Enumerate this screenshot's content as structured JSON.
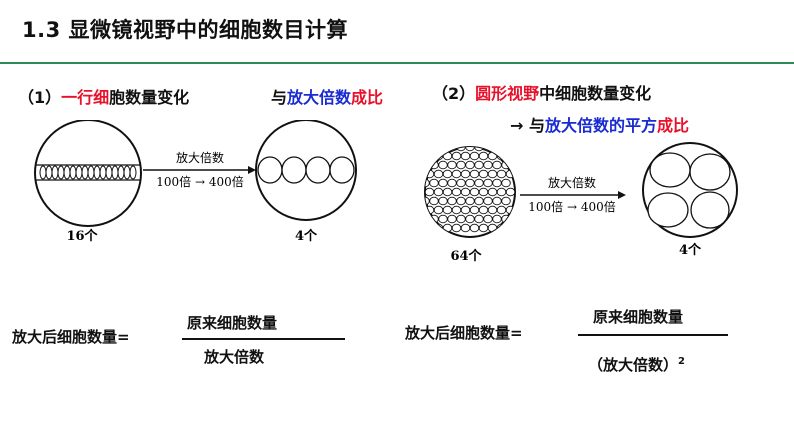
{
  "title": "1.3 显微镜视野中的细胞数目计算",
  "colors": {
    "accent_green": "#2e8b57",
    "red": "#e8102a",
    "blue": "#1a2bd1"
  },
  "part1": {
    "index": "（1）",
    "heading_red": "一行细",
    "heading_black": "胞数量变化",
    "relation_prefix": "与",
    "relation_blue": "放大倍数",
    "relation_red": "成比",
    "arrow_label_top": "放大倍数",
    "arrow_label_bottom": "100倍 → 400倍",
    "left_count": "16个",
    "right_count": "4个",
    "left_cells": 16,
    "right_cells": 4
  },
  "part2": {
    "index": "（2）",
    "heading_red": "圆形视野",
    "heading_black": "中细胞数量变化",
    "relation_arrow": "→",
    "relation_prefix": "与",
    "relation_blue": "放大倍数的平方",
    "relation_red": "成比",
    "arrow_label_top": "放大倍数",
    "arrow_label_bottom": "100倍 → 400倍",
    "left_count": "64个",
    "right_count": "4个",
    "left_cells": 64,
    "right_cells": 4
  },
  "formula1": {
    "lhs": "放大后细胞数量=",
    "numerator": "原来细胞数量",
    "denominator": "放大倍数"
  },
  "formula2": {
    "lhs": "放大后细胞数量=",
    "numerator": "原来细胞数量",
    "denominator": "（放大倍数）",
    "exponent": "2"
  }
}
